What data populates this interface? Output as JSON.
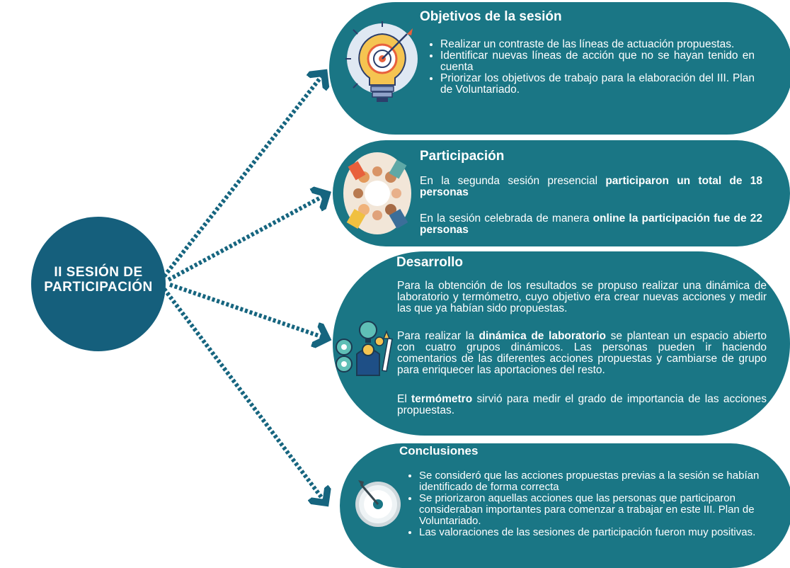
{
  "center": {
    "line1": "II SESIÓN DE",
    "line2": "PARTICIPACIÓN"
  },
  "objetivos": {
    "title": "Objetivos de la sesión",
    "items": [
      "Realizar un contraste de las líneas de actuación propuestas.",
      "Identificar nuevas líneas de acción que no se hayan tenido en cuenta",
      "Priorizar los objetivos de trabajo para la elaboración del III. Plan de Voluntariado."
    ]
  },
  "participacion": {
    "title": "Participación",
    "p1_a": "En la segunda sesión presencial ",
    "p1_b": "participaron un total de 18 personas",
    "p2_a": "En la sesión celebrada de manera ",
    "p2_b": "online la participación fue de  22 personas"
  },
  "desarrollo": {
    "title": "Desarrollo",
    "p1": "Para la obtención de los resultados se propuso realizar una dinámica de laboratorio y termómetro, cuyo objetivo era crear nuevas acciones y medir las que ya habían sido propuestas.",
    "p2_a": "Para realizar la ",
    "p2_b": "dinámica de laboratorio",
    "p2_c": " se plantean un espacio abierto con cuatro grupos dinámicos. Las personas pueden ir haciendo comentarios de las diferentes acciones propuestas y cambiarse de grupo para enriquecer las aportaciones del resto.",
    "p3_a": "El ",
    "p3_b": "termómetro",
    "p3_c": " sirvió para medir el grado de importancia de las acciones propuestas."
  },
  "conclusiones": {
    "title": "Conclusiones",
    "items": [
      "Se consideró que las acciones propuestas previas a la sesión se habían identificado de forma correcta",
      "Se priorizaron aquellas acciones que las personas que participaron consideraban importantes para comenzar a trabajar en este III. Plan de Voluntariado.",
      "Las valoraciones de las sesiones de participación fueron muy positivas."
    ]
  },
  "colors": {
    "teal": "#1a7685",
    "dark_blue": "#155f7c",
    "arrow": "#16657f"
  },
  "icons": [
    "lightbulb-target-icon",
    "people-circle-illustration",
    "gears-person-icon",
    "target-dart-icon"
  ]
}
